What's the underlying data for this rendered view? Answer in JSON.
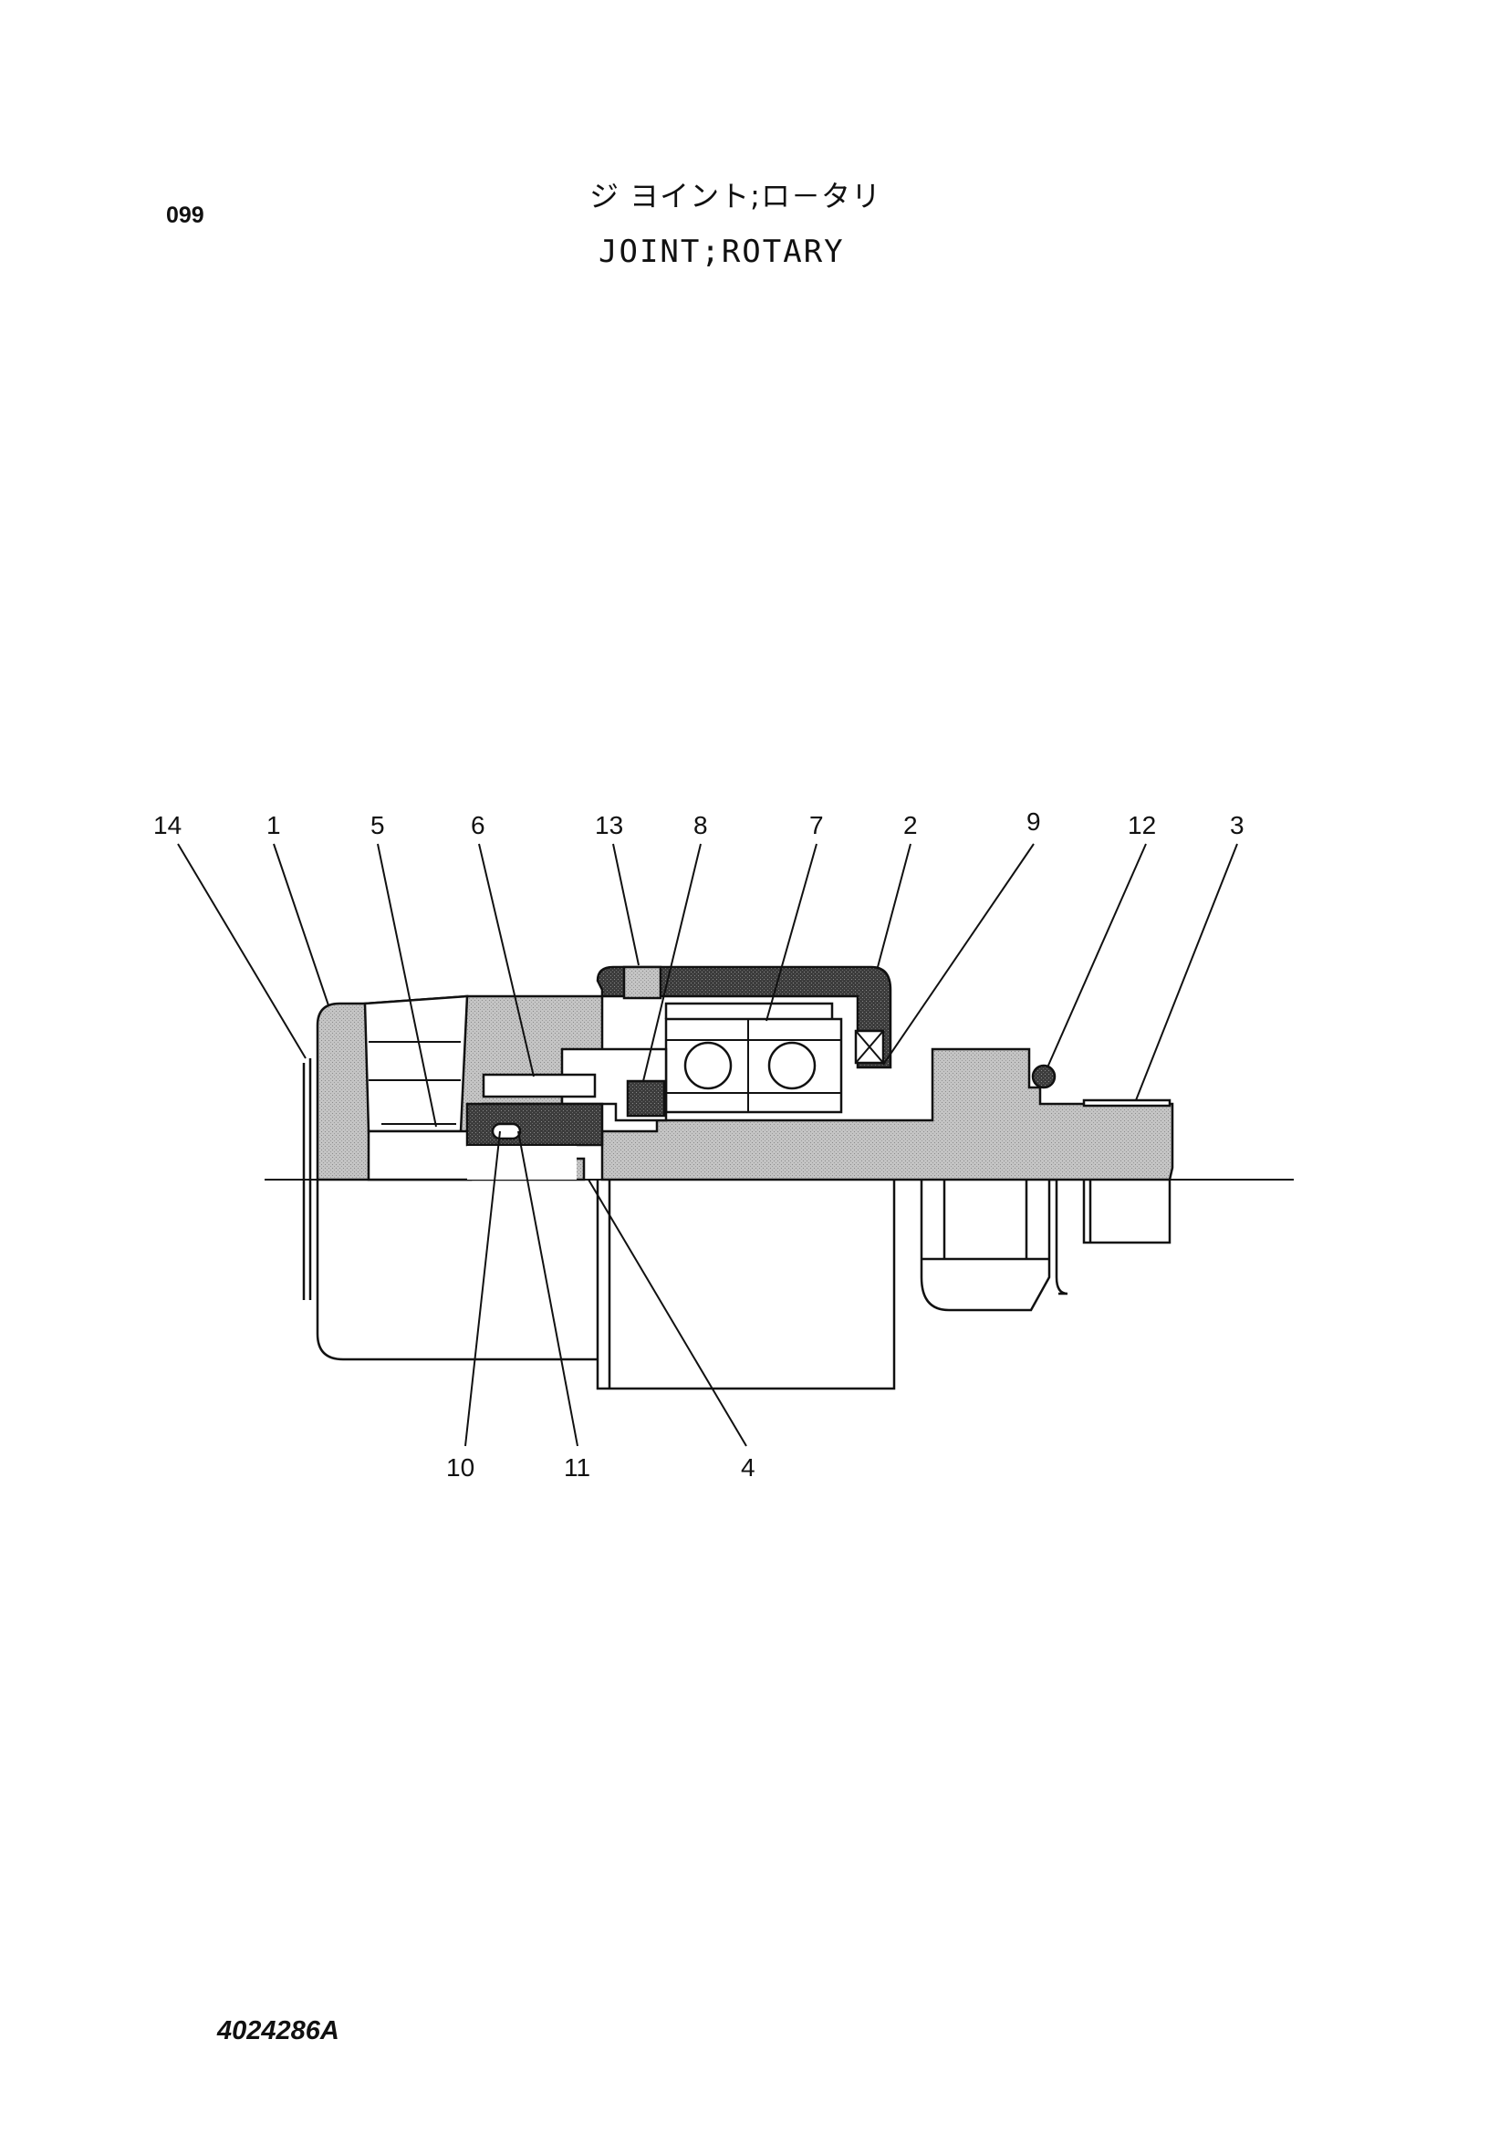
{
  "page_number": "099",
  "title_jp": "ジ ヨイント;ロ－タリ",
  "title_en": "JOINT;ROTARY",
  "drawing_id": "4024286A",
  "callouts": {
    "c14": "14",
    "c1": "1",
    "c5": "5",
    "c6": "6",
    "c13": "13",
    "c8": "8",
    "c7": "7",
    "c2": "2",
    "c9": "9",
    "c12": "12",
    "c3": "3",
    "c10": "10",
    "c11": "11",
    "c4": "4"
  },
  "colors": {
    "hatch_light": "#bdbdbd",
    "hatch_dark": "#4a4a4a",
    "line": "#111111"
  }
}
